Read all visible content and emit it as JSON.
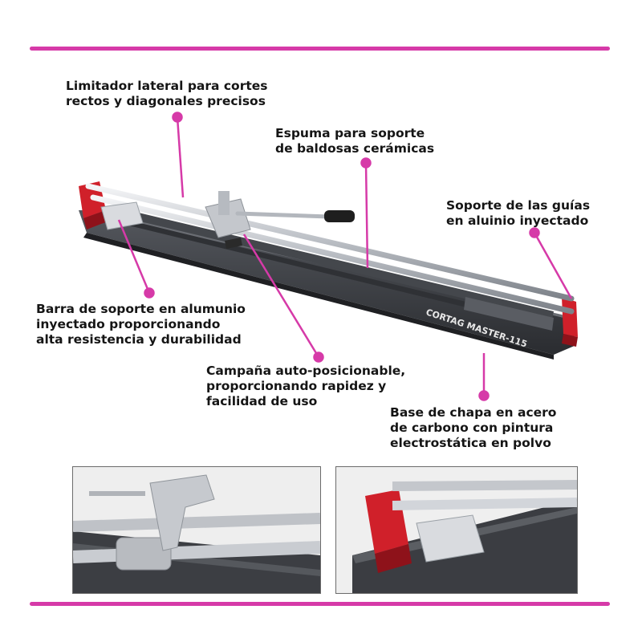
{
  "callouts": {
    "side_limiter": "Limitador lateral para cortes\nrectos y diagonales precisos",
    "foam": "Espuma para soporte\nde baldosas cerámicas",
    "guide_support": "Soporte de las guías\nen aluinio inyectado",
    "support_bar": "Barra de soporte en alumunio\ninyectado proporcionando\nalta resistencia y durabilidad",
    "bell": "Campaña auto-posicionable,\nproporcionando rapidez y\nfacilidad de uso",
    "base": "Base de chapa en acero\nde carbono con pintura\nelectrostática en polvo"
  },
  "product_marking": "CORTAG MASTER-115",
  "colors": {
    "accent": "#d63aa8",
    "tool_red": "#d0202a",
    "base_dark": "#3b3d42",
    "rail_silver": "#c9ccd1"
  }
}
